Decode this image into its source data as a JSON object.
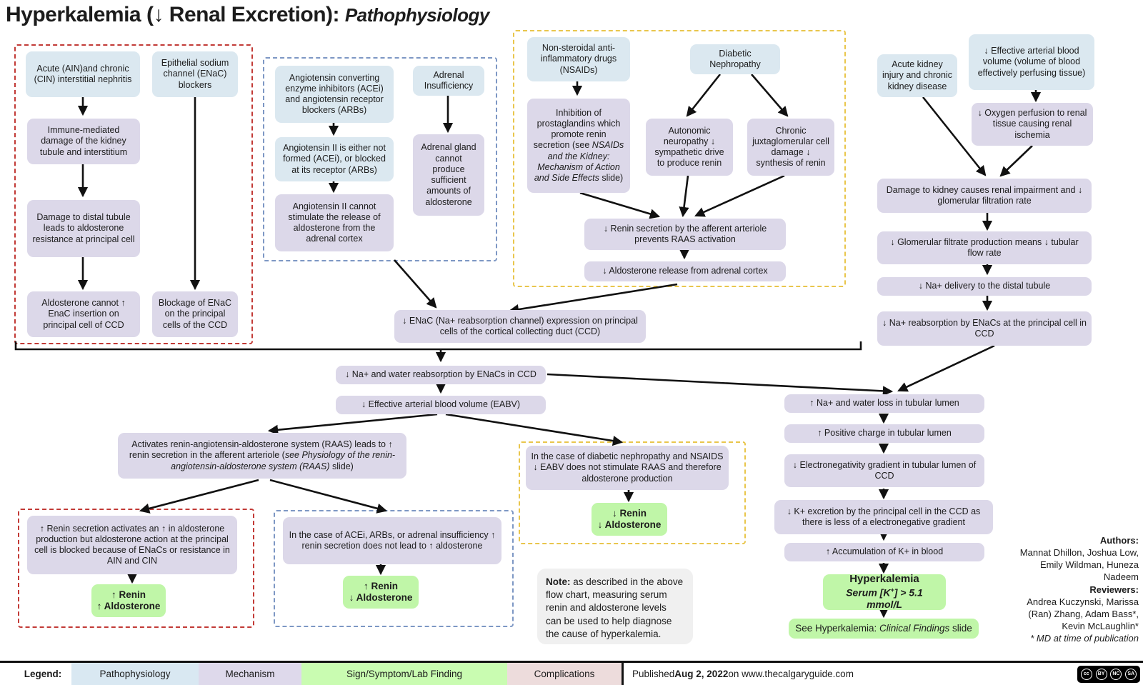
{
  "title": {
    "main": "Hyperkalemia (↓ Renal Excretion): ",
    "em": "Pathophysiology"
  },
  "nodes": {
    "acute_nephritis": {
      "text": "Acute (AIN)and chronic (CIN)  interstitial nephritis"
    },
    "enac_blockers": {
      "text": "Epithelial sodium channel (ENaC) blockers"
    },
    "immune_damage": {
      "text": "Immune-mediated damage of the kidney tubule and interstitium"
    },
    "distal_damage": {
      "text": "Damage to distal tubule leads to aldosterone resistance at principal cell"
    },
    "aldo_cannot": {
      "text": "Aldosterone cannot ↑ EnaC insertion on principal cell of CCD"
    },
    "enac_blockage": {
      "text": "Blockage of ENaC on the principal cells of the CCD"
    },
    "acei_arbs": {
      "text": "Angiotensin converting enzyme inhibitors (ACEi) and angiotensin receptor blockers (ARBs)"
    },
    "adrenal_insufficiency": {
      "text": "Adrenal Insufficiency"
    },
    "angii_not_formed": {
      "text": "Angiotensin II is either not formed (ACEi), or blocked at its receptor (ARBs)"
    },
    "adrenal_gland": {
      "text": "Adrenal gland cannot produce sufficient amounts of aldosterone"
    },
    "angii_cannot": {
      "text": "Angiotensin II cannot stimulate the release of aldosterone from the adrenal cortex"
    },
    "nsaids": {
      "text": "Non-steroidal anti-inflammatory drugs (NSAIDs)"
    },
    "diabetic_nephropathy": {
      "text": "Diabetic Nephropathy"
    },
    "prostaglandin_inhibition": {
      "pre": "Inhibition of prostaglandins which promote renin secretion (see ",
      "em": "NSAIDs and the Kidney: Mechanism of Action and Side Effects",
      "post": " slide)"
    },
    "autonomic": {
      "text": "Autonomic neuropathy ↓ sympathetic drive to produce renin"
    },
    "juxtaglomerular": {
      "text": "Chronic juxtaglomerular cell damage ↓ synthesis of renin"
    },
    "renin_secretion_low": {
      "text": "↓ Renin secretion by the afferent arteriole prevents RAAS activation"
    },
    "aldosterone_release_low": {
      "text": "↓ Aldosterone release from adrenal cortex"
    },
    "aki_ckd": {
      "text": "Acute kidney injury and chronic kidney disease"
    },
    "eabv_blue": {
      "text": "↓ Effective arterial blood volume (volume of blood effectively perfusing tissue)"
    },
    "oxygen_perfusion": {
      "text": "↓ Oxygen perfusion to renal tissue causing renal ischemia"
    },
    "kidney_damage": {
      "text": "Damage to kidney causes renal impairment and ↓ glomerular filtration rate"
    },
    "glomerular_filtrate": {
      "text": "↓ Glomerular filtrate production means ↓ tubular flow rate"
    },
    "na_delivery": {
      "text": "↓ Na+ delivery to the distal tubule"
    },
    "na_reabsorption_right": {
      "text": "↓ Na+ reabsorption by ENaCs at the principal cell in CCD"
    },
    "enac_expression": {
      "text": "↓ ENaC (Na+ reabsorption channel) expression on principal cells of the cortical collecting duct (CCD)"
    },
    "na_water_reabsorption": {
      "text": "↓ Na+ and water reabsorption by ENaCs in CCD"
    },
    "eabv_purple": {
      "text": "↓ Effective arterial blood volume (EABV)"
    },
    "raas_activation": {
      "pre": "Activates renin-angiotensin-aldosterone system (RAAS) leads to ↑ renin secretion in the afferent arteriole (",
      "em": "see Physiology of the renin-angiotensin-aldosterone system (RAAS)",
      "post": " slide)"
    },
    "renin_activates": {
      "text": "↑ Renin secretion activates an ↑ in aldosterone production but aldosterone action at the principal cell is blocked because of ENaCs or resistance in AIN and CIN"
    },
    "renin_up_aldo_up": {
      "text": "↑ Renin\n↑ Aldosterone"
    },
    "acei_case": {
      "text": "In the case of ACEi, ARBs, or adrenal insufficiency ↑ renin secretion does not lead to ↑ aldosterone"
    },
    "renin_up_aldo_down": {
      "text": "↑ Renin\n↓ Aldosterone"
    },
    "diabetic_case": {
      "text": "In the case of diabetic nephropathy and NSAIDS ↓ EABV does not stimulate RAAS and therefore aldosterone production"
    },
    "renin_down_aldo_down": {
      "text": "↓ Renin\n↓ Aldosterone"
    },
    "na_water_loss": {
      "text": "↑ Na+ and water loss in tubular lumen"
    },
    "positive_charge": {
      "text": "↑ Positive charge in tubular lumen"
    },
    "electronegativity": {
      "text": "↓ Electronegativity gradient in tubular lumen of CCD"
    },
    "k_excretion": {
      "text": "↓ K+ excretion by the principal cell in the CCD as there is less of a electronegative gradient"
    },
    "k_accumulation": {
      "text": "↑ Accumulation of K+ in blood"
    },
    "hyperkalemia": {
      "line1": "Hyperkalemia",
      "k_pre": "Serum [K",
      "k_sup": "+",
      "k_post": "] > 5.1 mmol/L"
    },
    "see_slide": {
      "pre": "See Hyperkalemia: ",
      "em": "Clinical Findings",
      "post": " slide"
    }
  },
  "note": {
    "label": "Note:",
    "text": " as described in the above flow chart, measuring serum renin and aldosterone levels can be used to help diagnose the cause of hyperkalemia."
  },
  "credits": {
    "authors_label": "Authors:",
    "author_lines": [
      "Mannat Dhillon, Joshua Low,",
      "Emily Wildman, Huneza",
      "Nadeem"
    ],
    "reviewers_label": "Reviewers:",
    "reviewer_lines": [
      "Andrea Kuczynski, Marissa",
      "(Ran) Zhang, Adam Bass*,",
      "Kevin McLaughlin*"
    ],
    "footnote": "* MD at time of publication"
  },
  "legend": {
    "label": "Legend:",
    "items": [
      {
        "label": "Pathophysiology",
        "color": "#d9e8f2"
      },
      {
        "label": "Mechanism",
        "color": "#ded9eb"
      },
      {
        "label": "Sign/Symptom/Lab Finding",
        "color": "#c9fcb1"
      },
      {
        "label": "Complications",
        "color": "#eddcdc"
      }
    ]
  },
  "footer": {
    "published_prefix": "Published ",
    "published_date": "Aug 2, 2022",
    "published_suffix": " on www.thecalgaryguide.com"
  },
  "license": {
    "cc": "cc",
    "by": "BY",
    "nc": "NC",
    "sa": "SA"
  },
  "colors": {
    "pathophysiology_box": "#dbe8f0",
    "mechanism_box": "#dcd8e9",
    "finding_box": "#c0f6a8",
    "red_group_border": "#c23a36",
    "blue_group_border": "#7d97c4",
    "yellow_group_border": "#e9c64c",
    "arrow": "#111111"
  }
}
